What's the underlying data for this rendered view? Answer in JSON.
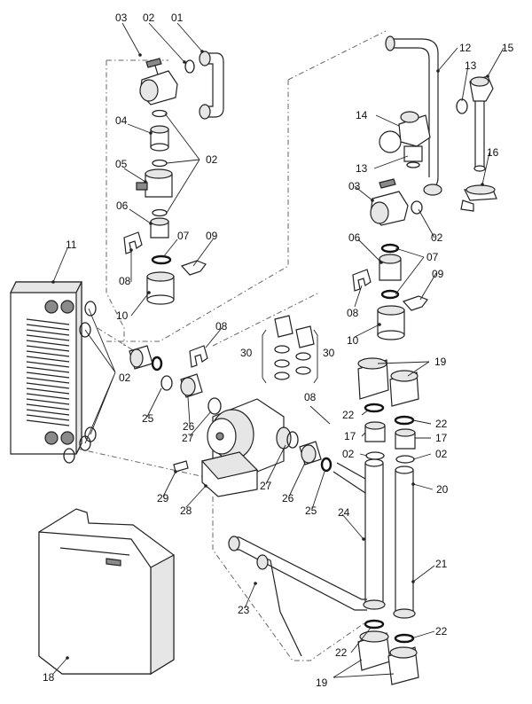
{
  "labels": {
    "l01": "01",
    "l02": "02",
    "l03": "03",
    "l04": "04",
    "l05": "05",
    "l06": "06",
    "l07": "07",
    "l08": "08",
    "l09": "09",
    "l10": "10",
    "l11": "11",
    "l12": "12",
    "l13": "13",
    "l14": "14",
    "l15": "15",
    "l16": "16",
    "l17": "17",
    "l18": "18",
    "l19": "19",
    "l20": "20",
    "l21": "21",
    "l22": "22",
    "l23": "23",
    "l24": "24",
    "l25": "25",
    "l26": "26",
    "l27": "27",
    "l28": "28",
    "l29": "29",
    "l30": "30"
  }
}
